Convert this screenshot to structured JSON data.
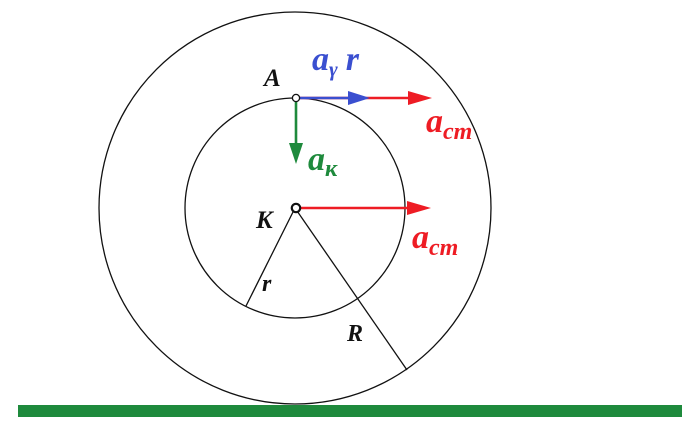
{
  "labels": {
    "point_a": "A",
    "point_k": "K",
    "radius_small": "r",
    "radius_large": "R",
    "accel_rot_main": "a",
    "accel_rot_sub": "γ",
    "accel_rot_factor": "r",
    "accel_trans_top_main": "a",
    "accel_trans_top_sub": "cm",
    "accel_trans_center_main": "a",
    "accel_trans_center_sub": "cm",
    "accel_centripetal_main": "a",
    "accel_centripetal_sub": "к"
  },
  "colors": {
    "outline": "#111111",
    "ground": "#1e8a3c",
    "rotational_vector": "#3a4fd0",
    "translational_vector": "#ee1c24",
    "centripetal_vector": "#1e8a3c"
  }
}
